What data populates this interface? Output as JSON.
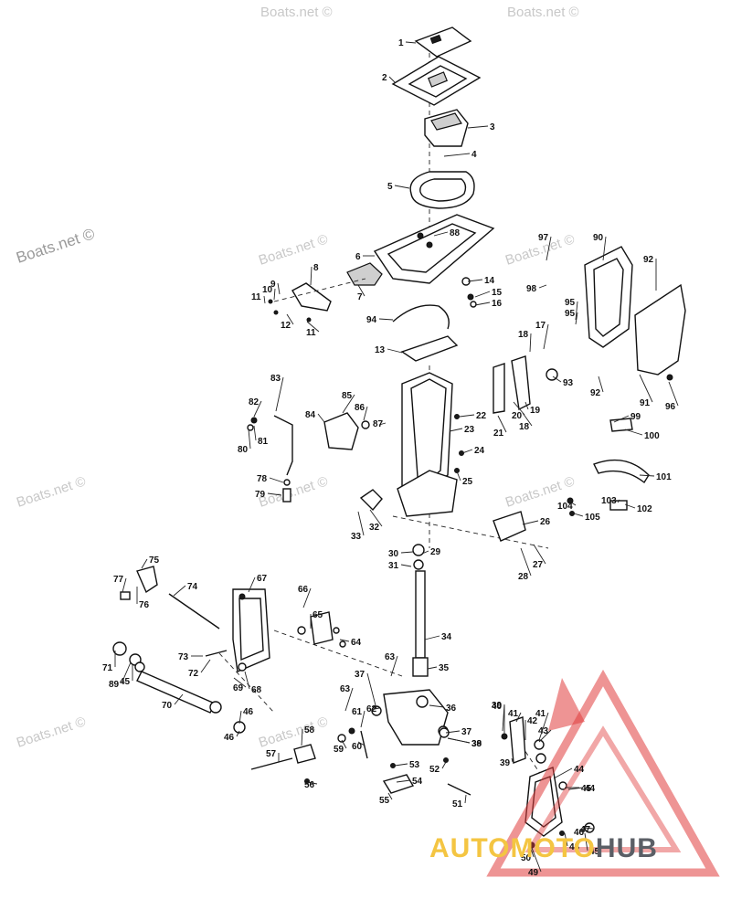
{
  "watermark": {
    "text": "Boats.net ©"
  },
  "brand": {
    "part1": "AUTOMOTO",
    "part2": "HUB",
    "color_primary": "#f4c542",
    "color_secondary": "#5b5f66",
    "logo_color": "#e03c3c"
  },
  "callouts": [
    "1",
    "2",
    "3",
    "4",
    "5",
    "6",
    "7",
    "8",
    "9",
    "10",
    "11",
    "12",
    "11",
    "13",
    "14",
    "15",
    "16",
    "17",
    "18",
    "19",
    "20",
    "21",
    "18",
    "22",
    "23",
    "24",
    "25",
    "26",
    "27",
    "28",
    "29",
    "30",
    "31",
    "32",
    "33",
    "34",
    "35",
    "36",
    "37",
    "37",
    "38",
    "39",
    "40",
    "41",
    "42",
    "43",
    "44",
    "45",
    "46",
    "47",
    "48",
    "49",
    "50",
    "51",
    "52",
    "53",
    "54",
    "55",
    "56",
    "57",
    "58",
    "59",
    "60",
    "61",
    "62",
    "63",
    "63",
    "64",
    "65",
    "66",
    "67",
    "68",
    "69",
    "70",
    "71",
    "72",
    "73",
    "74",
    "75",
    "76",
    "77",
    "78",
    "79",
    "80",
    "81",
    "82",
    "83",
    "84",
    "85",
    "86",
    "87",
    "88",
    "89",
    "90",
    "91",
    "92",
    "92",
    "93",
    "94",
    "95",
    "95",
    "96",
    "97",
    "98",
    "99",
    "100",
    "101",
    "102",
    "103",
    "104",
    "105",
    "39",
    "41",
    "39",
    "44",
    "45",
    "46",
    "46",
    "45"
  ]
}
